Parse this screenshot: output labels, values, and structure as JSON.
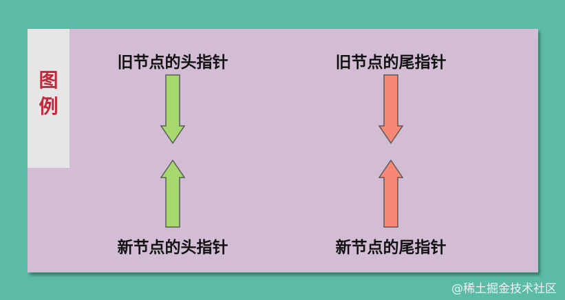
{
  "legend": {
    "title_line1": "图",
    "title_line2": "例"
  },
  "head": {
    "old_label": "旧节点的头指针",
    "new_label": "新节点的头指针",
    "color": "#a6d86e"
  },
  "tail": {
    "old_label": "旧节点的尾指针",
    "new_label": "新节点的尾指针",
    "color": "#f78875"
  },
  "colors": {
    "background": "#5cbba6",
    "panel": "#d2bdd5",
    "legend_tab": "#e6e6e6",
    "legend_text": "#c2283a",
    "arrow_stroke": "#5a5a5a"
  },
  "watermark": "@稀土掘金技术社区"
}
